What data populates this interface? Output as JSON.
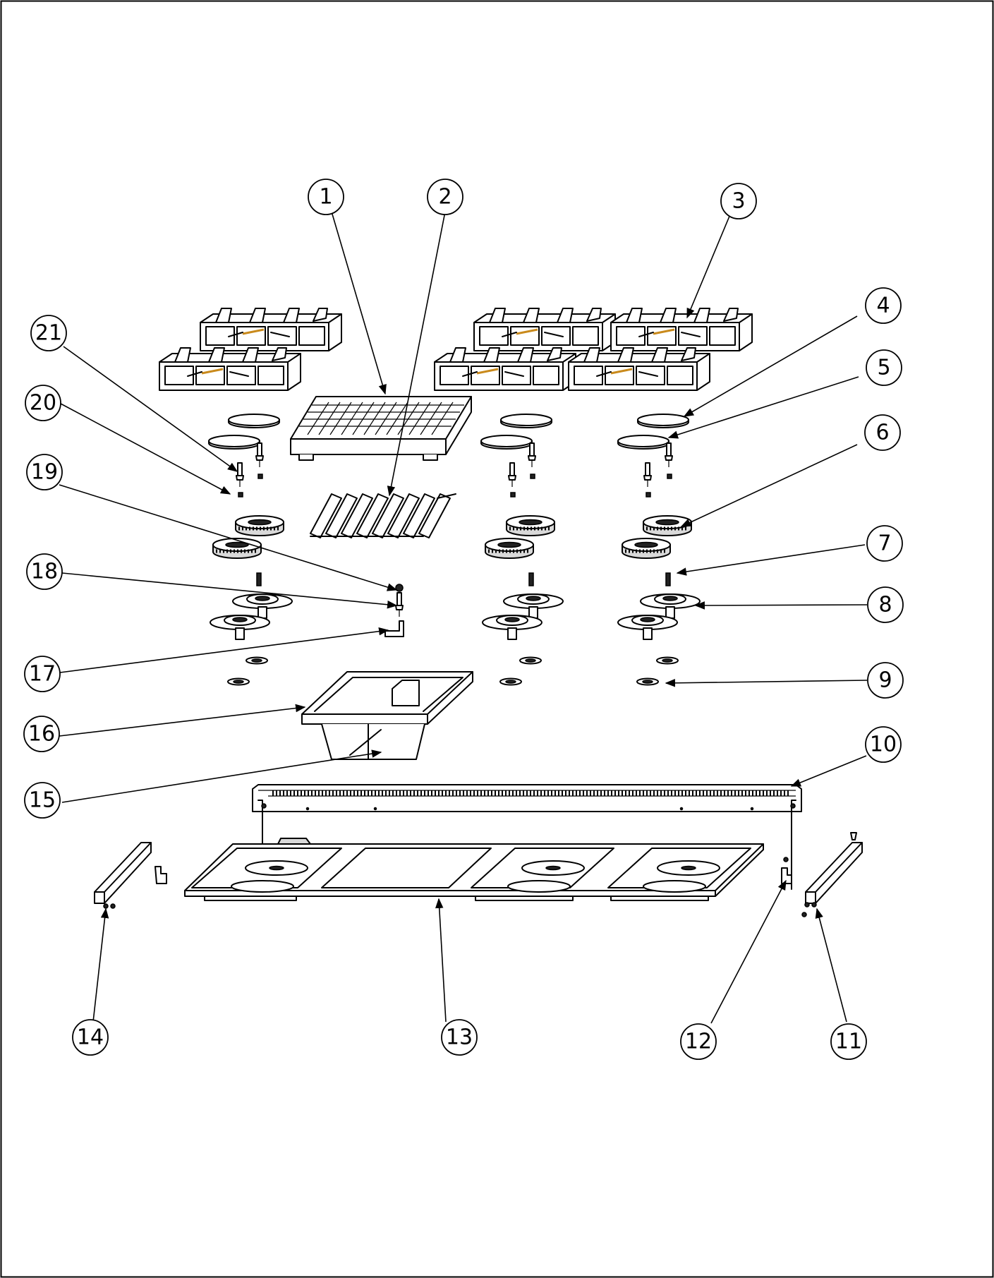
{
  "diagram": {
    "type": "exploded-parts-view",
    "callouts": [
      {
        "id": "c1",
        "label": "1"
      },
      {
        "id": "c2",
        "label": "2"
      },
      {
        "id": "c3",
        "label": "3"
      },
      {
        "id": "c4",
        "label": "4"
      },
      {
        "id": "c5",
        "label": "5"
      },
      {
        "id": "c6",
        "label": "6"
      },
      {
        "id": "c7",
        "label": "7"
      },
      {
        "id": "c8",
        "label": "8"
      },
      {
        "id": "c9",
        "label": "9"
      },
      {
        "id": "c10",
        "label": "10"
      },
      {
        "id": "c11",
        "label": "11"
      },
      {
        "id": "c12",
        "label": "12"
      },
      {
        "id": "c13",
        "label": "13"
      },
      {
        "id": "c14",
        "label": "14"
      },
      {
        "id": "c15",
        "label": "15"
      },
      {
        "id": "c16",
        "label": "16"
      },
      {
        "id": "c17",
        "label": "17"
      },
      {
        "id": "c18",
        "label": "18"
      },
      {
        "id": "c19",
        "label": "19"
      },
      {
        "id": "c20",
        "label": "20"
      },
      {
        "id": "c21",
        "label": "21"
      }
    ]
  }
}
